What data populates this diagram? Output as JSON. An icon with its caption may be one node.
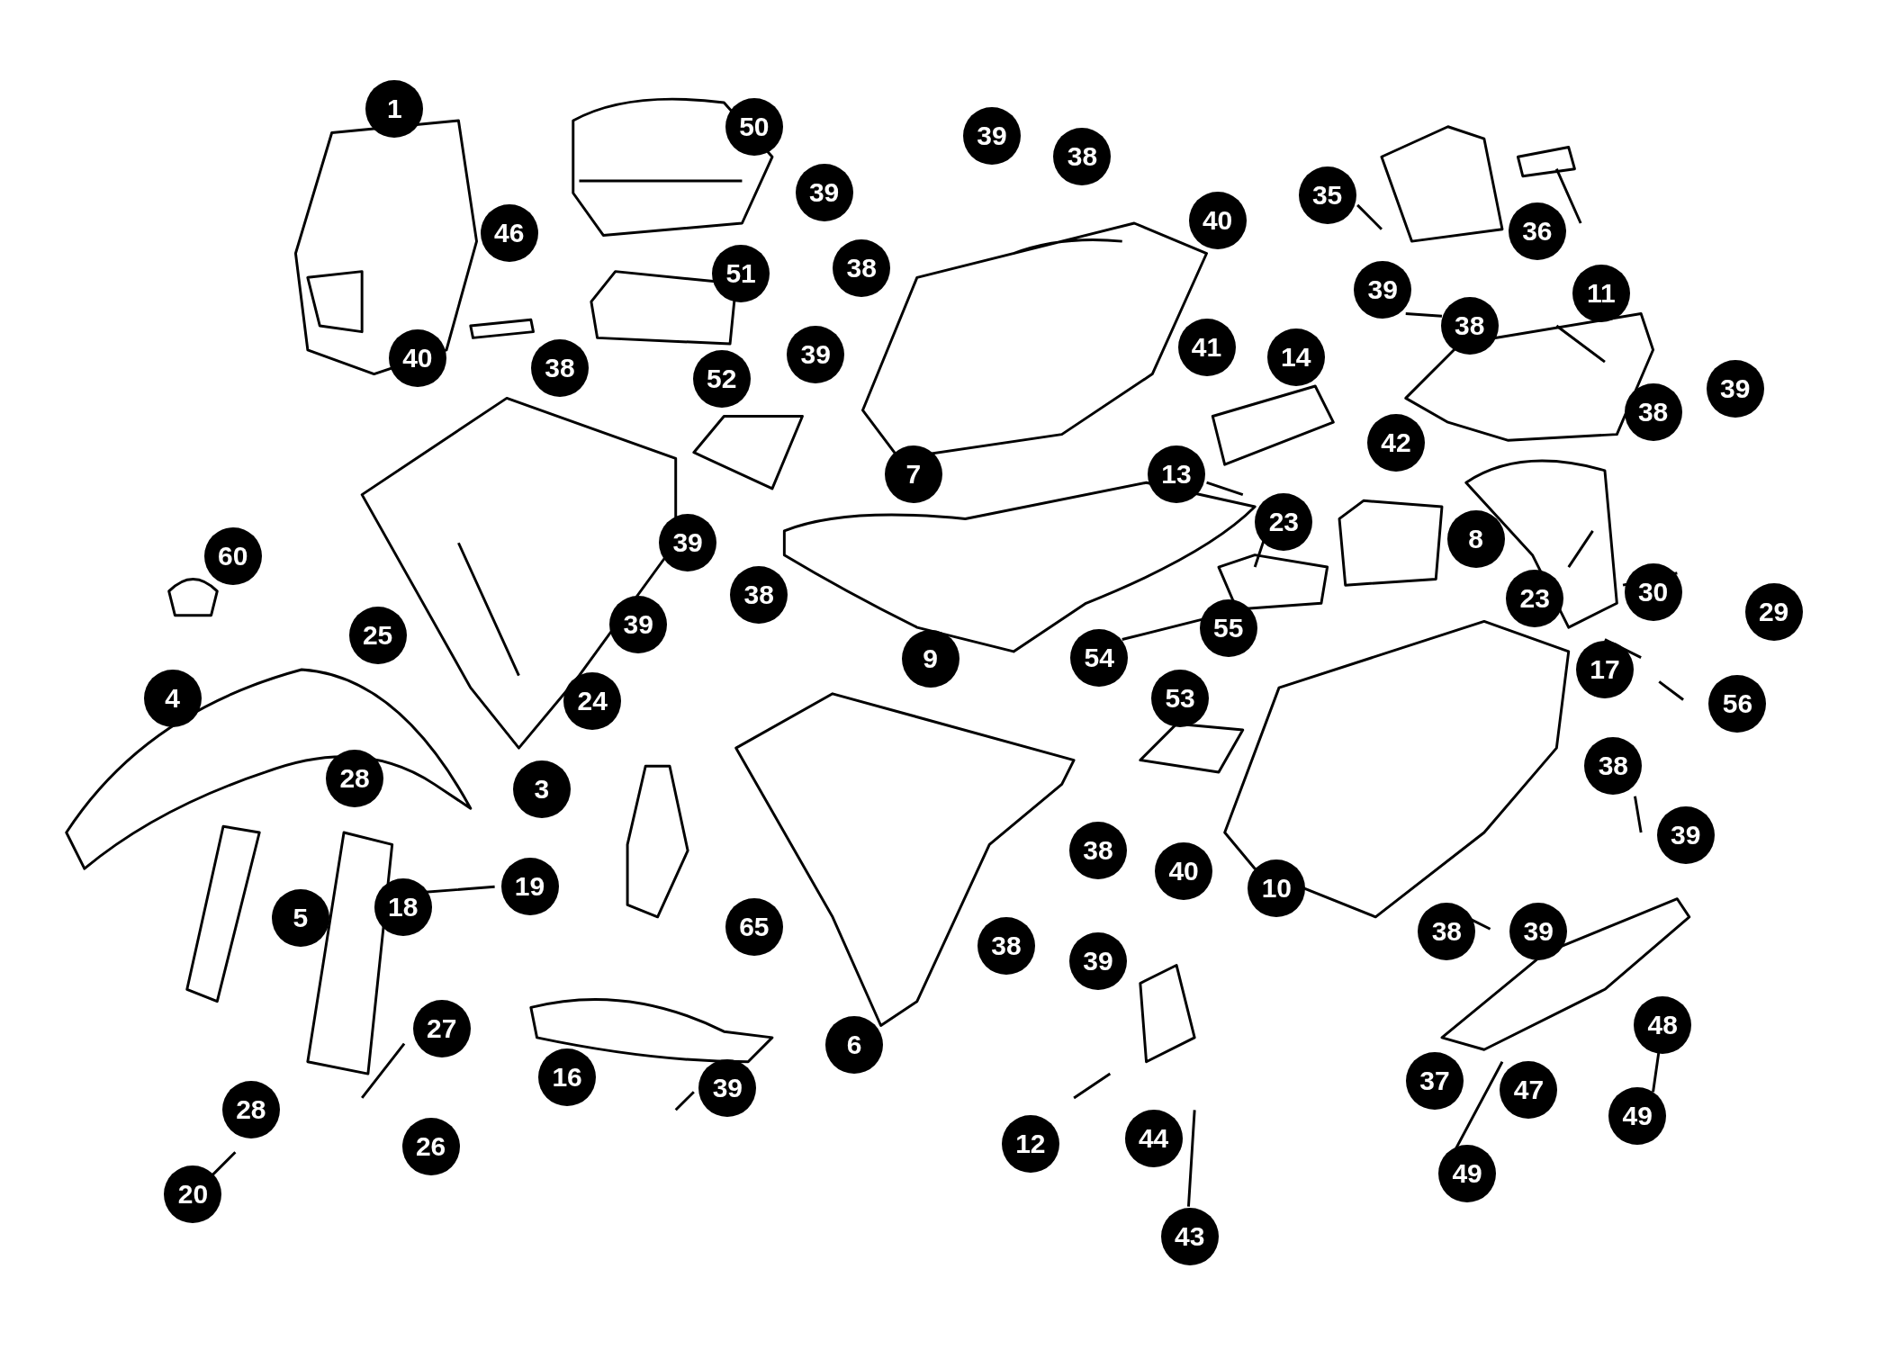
{
  "diagram": {
    "labels": [
      "1",
      "50",
      "39",
      "38",
      "39",
      "46",
      "40",
      "35",
      "36",
      "51",
      "38",
      "39",
      "11",
      "38",
      "40",
      "38",
      "52",
      "39",
      "41",
      "14",
      "39",
      "38",
      "42",
      "7",
      "13",
      "23",
      "39",
      "8",
      "60",
      "38",
      "23",
      "30",
      "29",
      "25",
      "39",
      "55",
      "9",
      "54",
      "4",
      "24",
      "53",
      "17",
      "56",
      "28",
      "38",
      "3",
      "38",
      "40",
      "10",
      "39",
      "19",
      "5",
      "18",
      "65",
      "38",
      "39",
      "38",
      "39",
      "27",
      "48",
      "6",
      "16",
      "39",
      "37",
      "47",
      "28",
      "26",
      "12",
      "44",
      "49",
      "20",
      "49",
      "43"
    ]
  }
}
